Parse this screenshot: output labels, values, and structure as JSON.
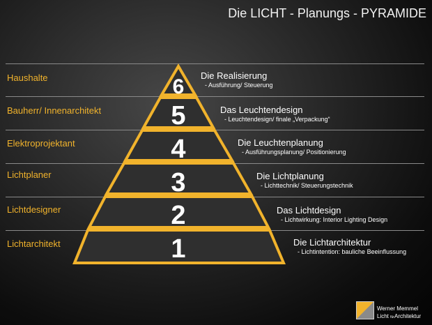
{
  "title": "Die LICHT - Planungs - PYRAMIDE",
  "levels": [
    {
      "number": "6",
      "role": "Haushalte",
      "title": "Die Realisierung",
      "subtitle": "- Ausführung/ Steuerung"
    },
    {
      "number": "5",
      "role": "Bauherr/ Innenarchitekt",
      "title": "Das Leuchtendesign",
      "subtitle": "- Leuchtendesign/ finale „Verpackung“"
    },
    {
      "number": "4",
      "role": "Elektroprojektant",
      "title": "Die Leuchtenplanung",
      "subtitle": "- Ausführungsplanung/ Positionierung"
    },
    {
      "number": "3",
      "role": "Lichtplaner",
      "title": "Die Lichtplanung",
      "subtitle": "- Lichttechnik/ Steuerungstechnik"
    },
    {
      "number": "2",
      "role": "Lichtdesigner",
      "title": "Das Lichtdesign",
      "subtitle": "- Lichtwirkung: Interior Lighting Design"
    },
    {
      "number": "1",
      "role": "Lichtarchitekt",
      "title": "Die Lichtarchitektur",
      "subtitle": "- Lichtintention: bauliche Beeinflussung"
    }
  ],
  "colors": {
    "accent": "#f1b32c",
    "tier_fill": "#2f2f2f",
    "text": "#ffffff"
  },
  "brand": {
    "name": "Werner Memmel",
    "line2_a": "Licht",
    "line2_small": "für",
    "line2_b": "Architektur"
  }
}
